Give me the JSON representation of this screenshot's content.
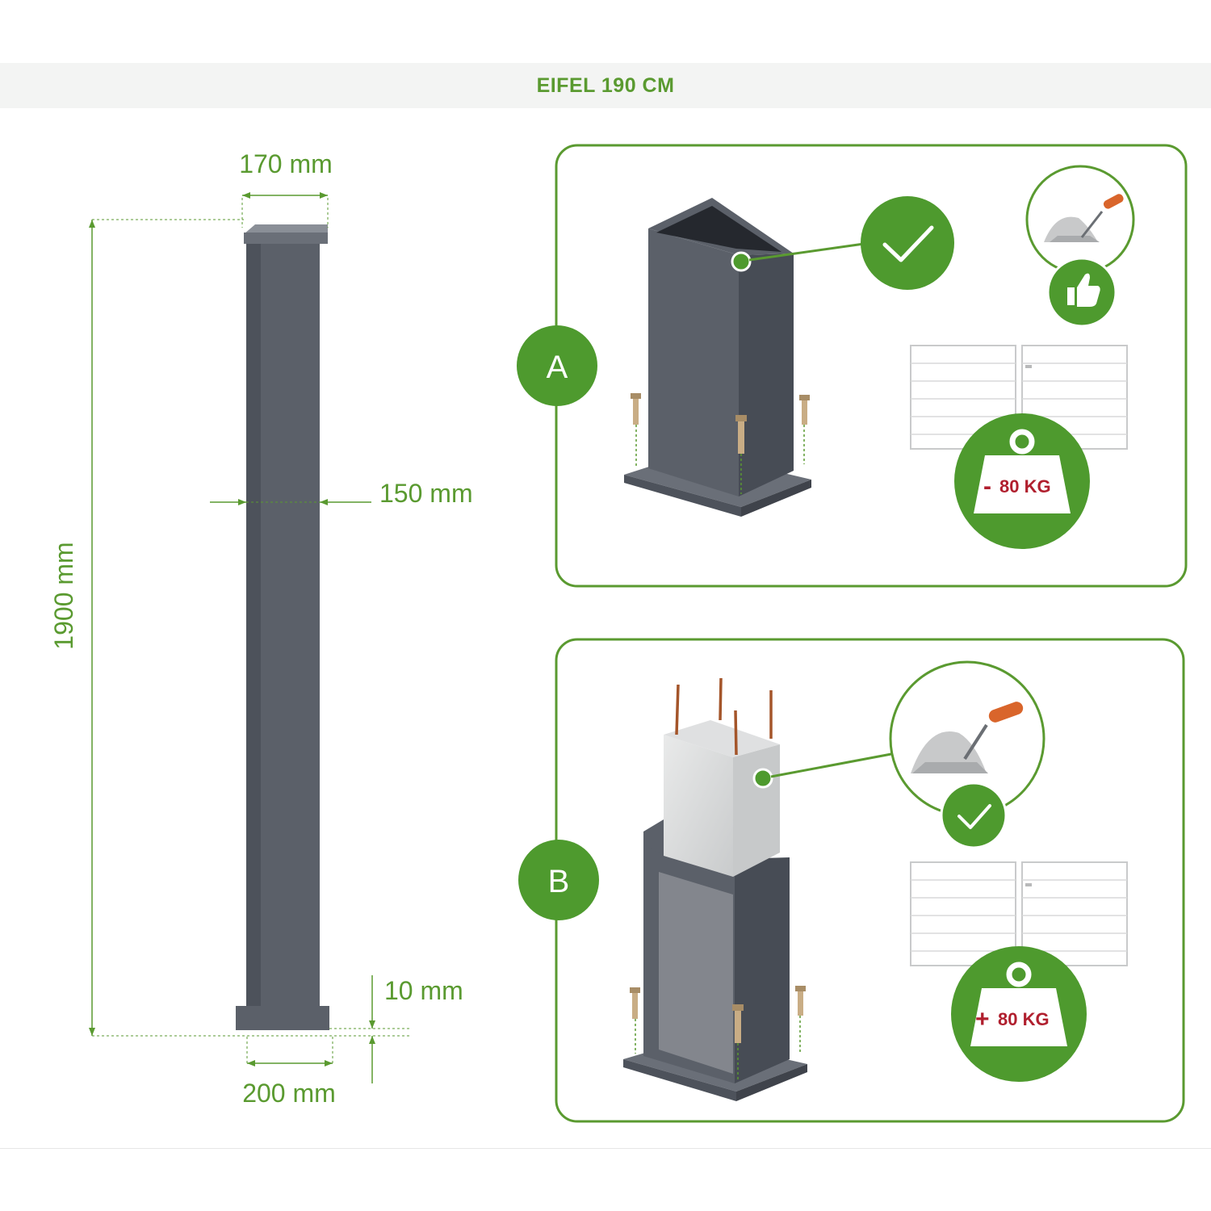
{
  "title": "EIFEL 190 CM",
  "dimensions": {
    "top_width": "170 mm",
    "post_width": "150 mm",
    "height": "1900 mm",
    "base_thickness": "10 mm",
    "base_width": "200 mm"
  },
  "options": [
    {
      "letter": "A",
      "weight_sign": "-",
      "weight_value": "80 KG"
    },
    {
      "letter": "B",
      "weight_sign": "+",
      "weight_value": "80 KG"
    }
  ],
  "colors": {
    "accent_green": "#5a9a30",
    "badge_green": "#4e9a2e",
    "post_gray": "#5b6069",
    "weight_red": "#b01f2e"
  },
  "icons": [
    "check-icon",
    "trowel-icon",
    "thumbs-up-icon",
    "weight-icon",
    "gate-icon",
    "anchor-bolt-icon"
  ]
}
